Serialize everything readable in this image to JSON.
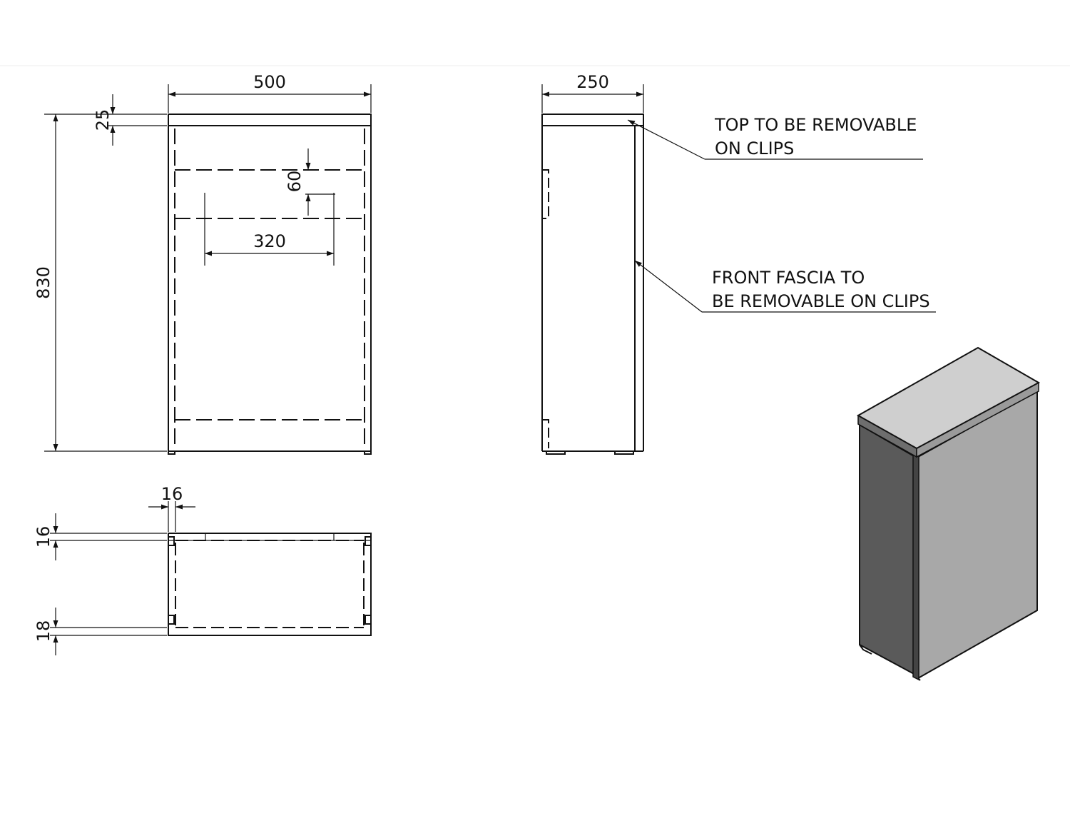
{
  "dimensions": {
    "front_width": "500",
    "top_thickness": "25",
    "overall_height": "830",
    "cutout_height": "60",
    "cutout_width": "320",
    "side_depth": "250",
    "plan_panel_thickness": "16",
    "plan_front_thickness": "16",
    "plan_back_thickness": "18"
  },
  "notes": {
    "top_line1": "TOP TO BE REMOVABLE",
    "top_line2": "ON CLIPS",
    "fascia_line1": "FRONT FASCIA TO",
    "fascia_line2": "BE REMOVABLE ON CLIPS"
  },
  "colors": {
    "line": "#111111",
    "iso_top": "#cfcfcf",
    "iso_front": "#a8a8a8",
    "iso_side": "#5a5a5a"
  }
}
